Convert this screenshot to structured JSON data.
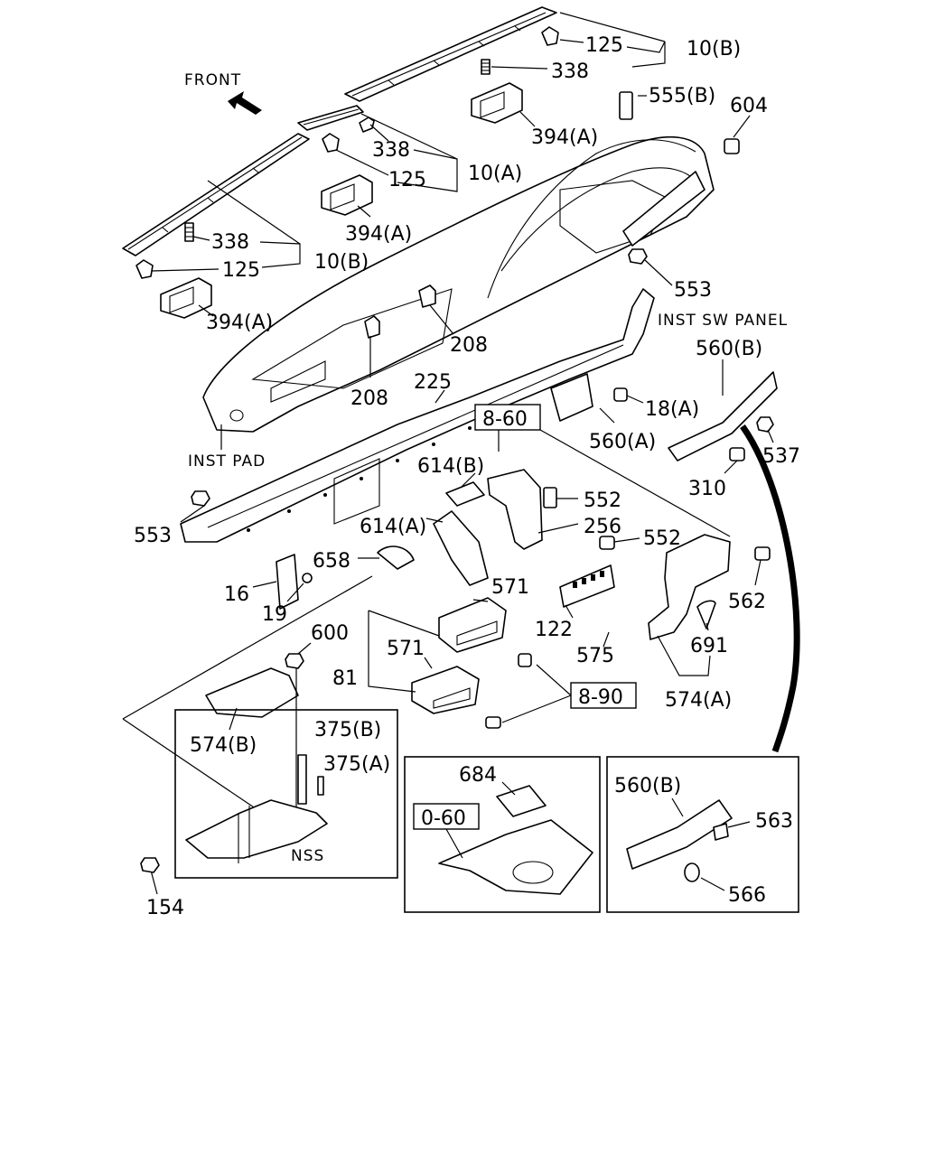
{
  "diagram": {
    "orientation_label": "FRONT",
    "assembly_labels": {
      "inst_pad": "INST PAD",
      "inst_sw_panel": "INST SW PANEL",
      "nss": "NSS"
    },
    "reference_boxes": [
      "8-60",
      "8-90",
      "0-60"
    ],
    "callouts": {
      "c125_top": "125",
      "c10b_top": "10(B)",
      "c338_top": "338",
      "c555b": "555(B)",
      "c604": "604",
      "c394a_top": "394(A)",
      "c338_mid": "338",
      "c10a": "10(A)",
      "c125_mid": "125",
      "c394a_mid": "394(A)",
      "c338_left": "338",
      "c10b_left": "10(B)",
      "c125_left": "125",
      "c394a_left": "394(A)",
      "c553_right": "553",
      "c208_right": "208",
      "c208_left": "208",
      "c560b_top": "560(B)",
      "c225": "225",
      "c18a": "18(A)",
      "c560a": "560(A)",
      "c537": "537",
      "c310": "310",
      "c614b": "614(B)",
      "c552_top": "552",
      "c256": "256",
      "c614a": "614(A)",
      "c552_mid": "552",
      "c553_left": "553",
      "c658": "658",
      "c16": "16",
      "c19": "19",
      "c571_top": "571",
      "c122": "122",
      "c562": "562",
      "c575": "575",
      "c691": "691",
      "c571_bot": "571",
      "c600": "600",
      "c81": "81",
      "c574a": "574(A)",
      "c574b": "574(B)",
      "c375b": "375(B)",
      "c375a": "375(A)",
      "c684": "684",
      "c560b_inset": "560(B)",
      "c563": "563",
      "c566": "566",
      "c154": "154"
    }
  }
}
